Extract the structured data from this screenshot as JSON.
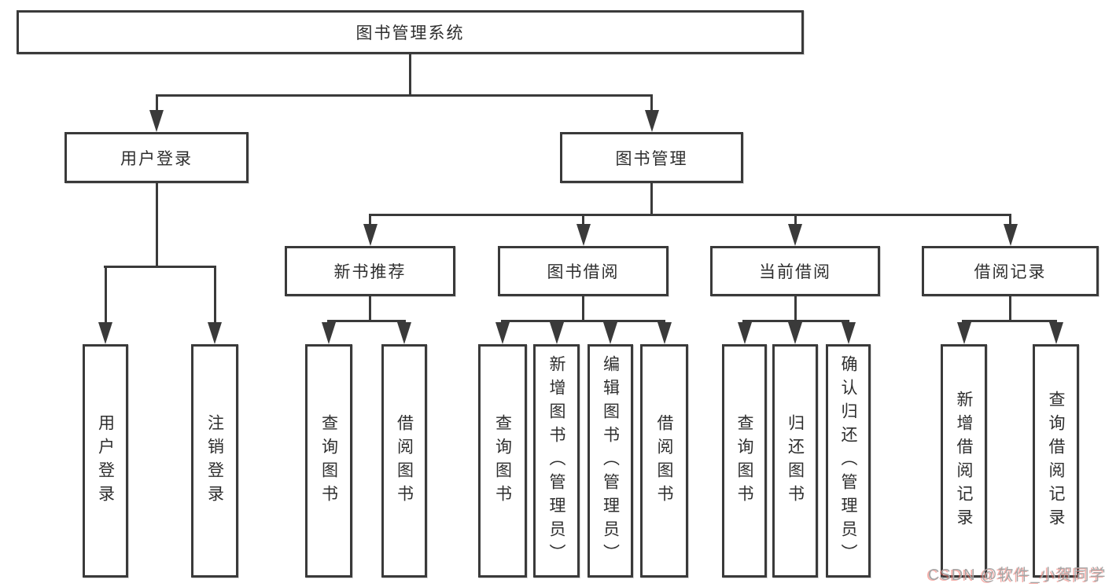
{
  "diagram": {
    "root": {
      "label": "图书管理系统"
    },
    "branches": [
      {
        "label": "用户登录",
        "children": [
          {
            "label": "用户登录"
          },
          {
            "label": "注销登录"
          }
        ]
      },
      {
        "label": "图书管理",
        "children": [
          {
            "label": "新书推荐",
            "children": [
              {
                "label": "查询图书"
              },
              {
                "label": "借阅图书"
              }
            ]
          },
          {
            "label": "图书借阅",
            "children": [
              {
                "label": "查询图书"
              },
              {
                "label": "新增图书（管理员）"
              },
              {
                "label": "编辑图书（管理员）"
              },
              {
                "label": "借阅图书"
              }
            ]
          },
          {
            "label": "当前借阅",
            "children": [
              {
                "label": "查询图书"
              },
              {
                "label": "归还图书"
              },
              {
                "label": "确认归还（管理员）"
              }
            ]
          },
          {
            "label": "借阅记录",
            "children": [
              {
                "label": "新增借阅记录"
              },
              {
                "label": "查询借阅记录"
              }
            ]
          }
        ]
      }
    ]
  },
  "colors": {
    "line": "#3a3a3a",
    "text": "#2e2e2e",
    "watermark": "#a6a6a6"
  },
  "watermark": {
    "text": "CSDN @软件_小贺同学"
  }
}
